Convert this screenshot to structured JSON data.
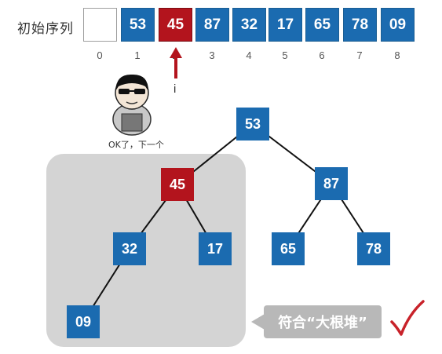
{
  "label": "初始序列",
  "array": [
    {
      "index": "0",
      "value": ""
    },
    {
      "index": "1",
      "value": "53"
    },
    {
      "index": "2",
      "value": "45"
    },
    {
      "index": "3",
      "value": "87"
    },
    {
      "index": "4",
      "value": "32"
    },
    {
      "index": "5",
      "value": "17"
    },
    {
      "index": "6",
      "value": "65"
    },
    {
      "index": "7",
      "value": "78"
    },
    {
      "index": "8",
      "value": "09"
    }
  ],
  "pointer": {
    "label": "i",
    "target_index": 2
  },
  "tree": {
    "nodes": [
      "53",
      "45",
      "87",
      "32",
      "17",
      "65",
      "78",
      "09"
    ]
  },
  "speech": "OK了，下一个",
  "callout": "符合“大根堆”",
  "colors": {
    "blue": "#1b6bb0",
    "red": "#b3141d",
    "shade": "#d4d4d4",
    "check": "#c8222a"
  },
  "icons": [
    "up-arrow-icon",
    "sunglasses-meme-avatar-icon",
    "check-mark-icon"
  ]
}
